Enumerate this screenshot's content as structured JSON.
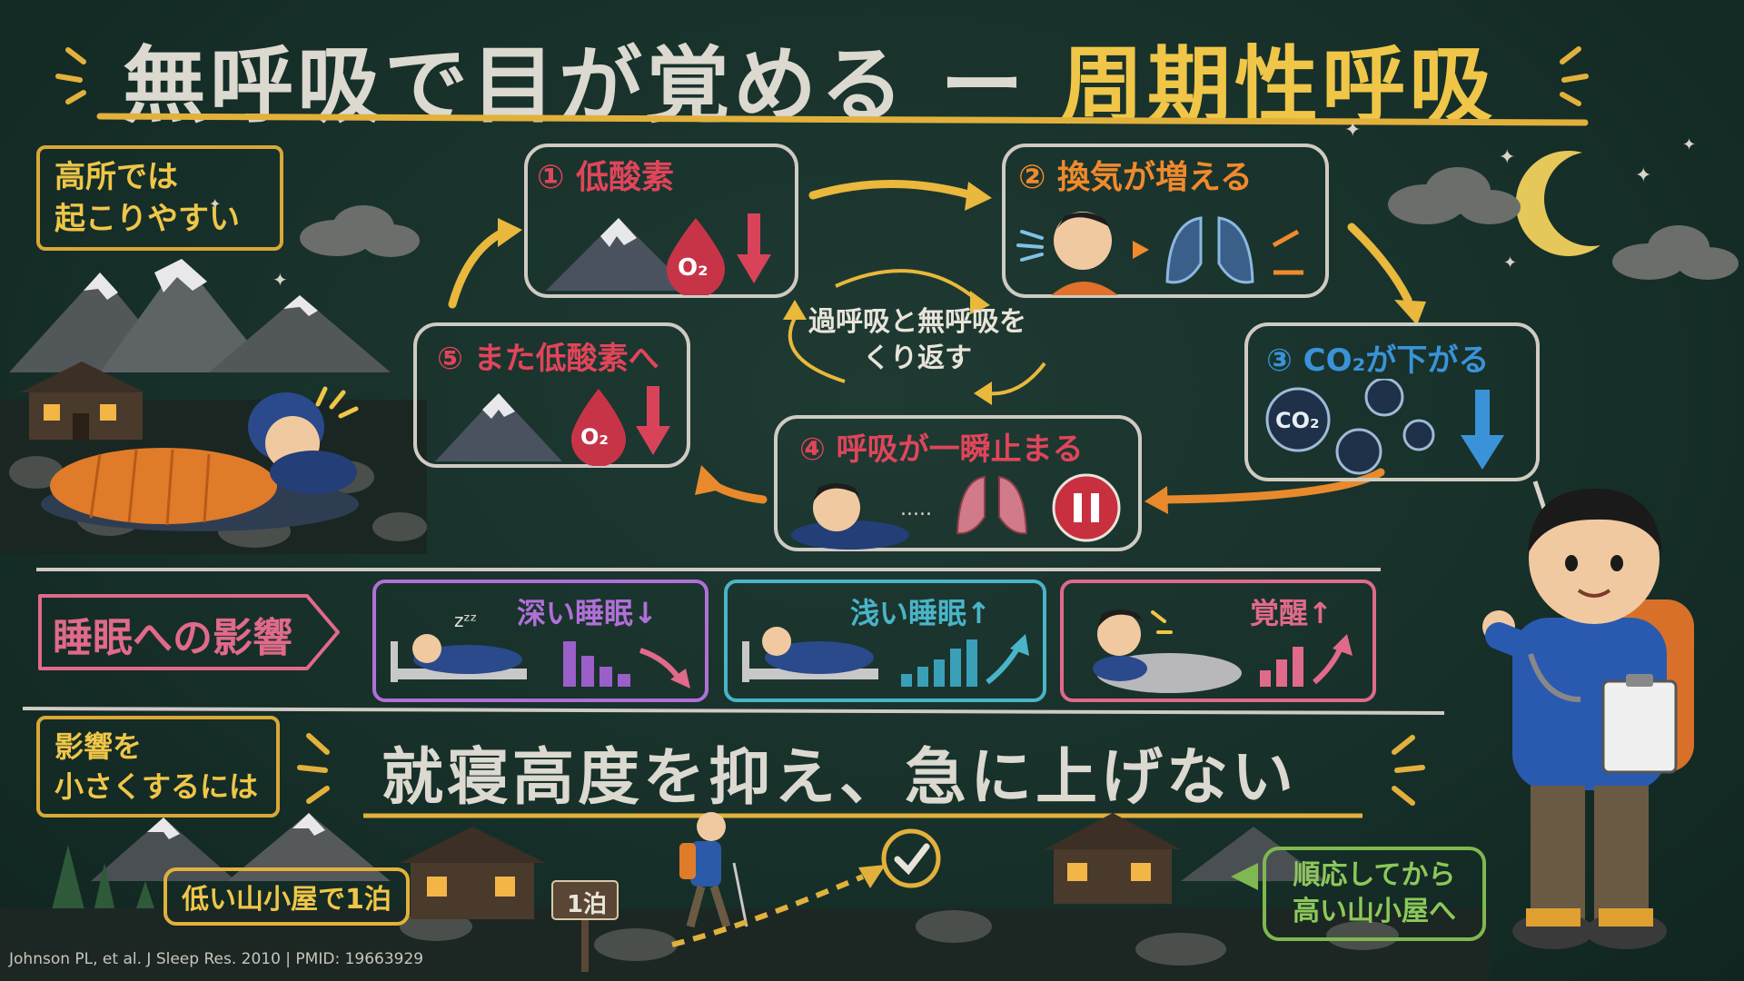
{
  "title": {
    "part1": "無呼吸で目が覚める",
    "dash": "ー",
    "part2": "周期性呼吸"
  },
  "altitude_tag": {
    "line1": "高所では",
    "line2": "起こりやすい"
  },
  "cycle": {
    "step1": {
      "label": "① 低酸素",
      "o2": "O₂"
    },
    "step2": {
      "label": "② 換気が増える"
    },
    "step3": {
      "label": "③ CO₂が下がる",
      "co2": "CO₂"
    },
    "step4": {
      "label": "④ 呼吸が一瞬止まる",
      "dots": "....."
    },
    "step5": {
      "label": "⑤ また低酸素へ",
      "o2": "O₂"
    },
    "center": {
      "line1": "過呼吸と無呼吸を",
      "line2": "くり返す"
    }
  },
  "sleep": {
    "heading": "睡眠への影響",
    "deep": "深い睡眠↓",
    "light": "浅い睡眠↑",
    "wake": "覚醒↑",
    "zzz": "zᶻᶻ"
  },
  "advice": {
    "tag_line1": "影響を",
    "tag_line2": "小さくするには",
    "message": "就寝高度を抑え、急に上げない",
    "low_hut": "低い山小屋で1泊",
    "sign": "1泊",
    "high_hut_line1": "順応してから",
    "high_hut_line2": "高い山小屋へ"
  },
  "citation": "Johnson PL, et al. J Sleep Res. 2010 | PMID: 19663929",
  "colors": {
    "background": "#17302a",
    "yellow": "#f0c648",
    "red": "#e0455a",
    "orange": "#f08a2c",
    "blue": "#3a93d8",
    "purple": "#b070d8",
    "teal": "#4ab4c8",
    "pink": "#e06a8a"
  }
}
